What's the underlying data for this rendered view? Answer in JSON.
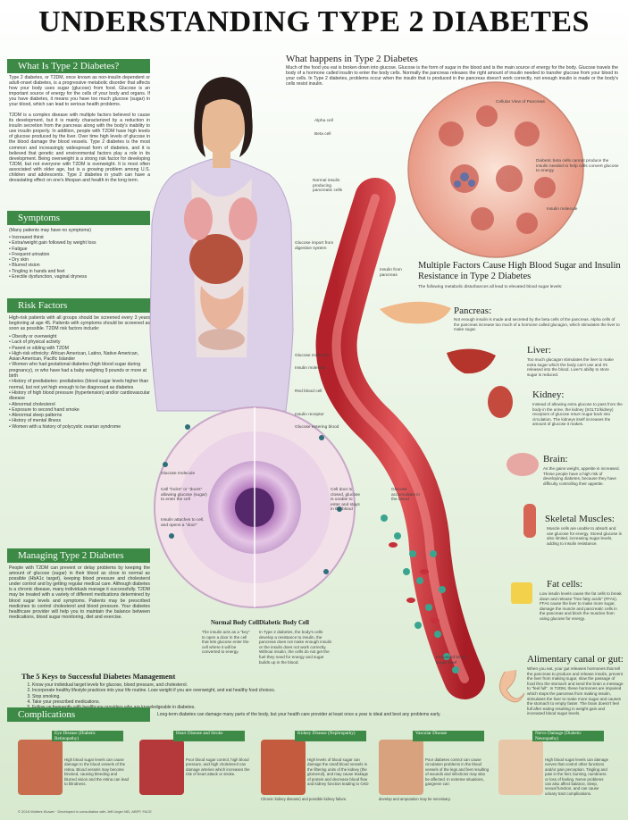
{
  "title": "UNDERSTANDING TYPE 2 DIABETES",
  "what_is": {
    "heading": "What Is Type 2 Diabetes?",
    "p1": "Type 2 diabetes, or T2DM, once known as non-insulin dependent or adult-onset diabetes, is a progressive metabolic disorder that affects how your body uses sugar (glucose) from food. Glucose is an important source of energy for the cells of your body and organs. If you have diabetes, it means you have too much glucose (sugar) in your blood, which can lead to serious health problems.",
    "p2": "T2DM is a complex disease with multiple factors believed to cause its development, but it is mainly characterized by a reduction in insulin secretion from the pancreas along with the body's inability to use insulin properly. In addition, people with T2DM have high levels of glucose produced by the liver. Over time high levels of glucose in the blood damage the blood vessels. Type 2 diabetes is the most common and increasingly widespread form of diabetes, and it is believed that genetic and environmental factors play a role in its development. Being overweight is a strong risk factor for developing T2DM, but not everyone with T2DM is overweight. It is most often associated with older age, but is a growing problem among U.S. children and adolescents. Type 2 diabetes in youth can have a devastating effect on one's lifespan and health in the long term."
  },
  "symptoms": {
    "heading": "Symptoms",
    "intro": "(Many patients may have no symptoms)",
    "items": [
      "Increased thirst",
      "Extra/weight gain followed by weight loss",
      "Fatigue",
      "Frequent urination",
      "Dry skin",
      "Blurred vision",
      "Tingling in hands and feet",
      "Erectile dysfunction, vaginal dryness"
    ]
  },
  "risk": {
    "heading": "Risk Factors",
    "intro": "High-risk patients with all groups should be screened every 3 years beginning at age 45. Patients with symptoms should be screened as soon as possible. T2DM risk factors include:",
    "items": [
      "Obesity or overweight",
      "Lack of physical activity",
      "Parent or sibling with T2DM",
      "High-risk ethnicity: African American, Latino, Native American, Asian American, Pacific Islander",
      "Women who had gestational diabetes (high blood sugar during pregnancy), or who have had a baby weighing 9 pounds or more at birth",
      "History of prediabetes: prediabetes (blood sugar levels higher than normal, but not yet high enough to be diagnosed as diabetes",
      "History of high blood pressure (hypertension) and/or cardiovascular disease",
      "Abnormal cholesterol",
      "Exposure to second hand smoke",
      "Abnormal sleep patterns",
      "History of mental illness",
      "Women with a history of polycystic ovarian syndrome"
    ]
  },
  "managing": {
    "heading": "Managing Type 2 Diabetes",
    "p": "People with T2DM can prevent or delay problems by keeping the amount of glucose (sugar) in their blood as close to normal as possible (HbA1c target), keeping blood pressure and cholesterol under control and by getting regular medical care. Although diabetes is a chronic disease, many individuals manage it successfully. T2DM may be treated with a variety of different medications determined by blood sugar levels and symptoms. Patients may be prescribed medicines to control cholesterol and blood pressure. Your diabetes healthcare provider will help you to maintain the balance between medications, blood sugar monitoring, diet and exercise."
  },
  "what_happens": {
    "heading": "What happens in Type 2 Diabetes",
    "p": "Much of the food you eat is broken down into glucose. Glucose is the form of sugar in the blood and is the main source of energy for the body. Glucose travels the body of a hormone called insulin to enter the body cells. Normally the pancreas releases the right amount of insulin needed to transfer glucose from your blood to your cells. In Type 2 diabetes, problems occur when the insulin that is produced in the pancreas doesn't work correctly, not enough insulin is made or the body's cells resist insulin."
  },
  "labels": {
    "cellular_view": "Cellular View of Pancreas",
    "alpha": "Alpha cell",
    "beta": "Beta cell",
    "islet": "Normal insulin producing pancreatic cells",
    "diabetic_islet": "Diabetic beta cells cannot produce the insulin needed to help cells convert glucose to energy",
    "insulin_molecule": "Insulin molecule",
    "glucose_import": "Glucose import from digestive system",
    "insulin_pancreas": "Insulin from pancreas",
    "glucose_molecule": "Glucose molecule",
    "insulin_molecule2": "Insulin molecule",
    "red_blood_cell": "Red blood cell",
    "insulin_receptor": "Insulin receptor",
    "glucose_enters": "Glucose entering blood",
    "cell_door": "Cell door is closed, glucose is unable to enter and stays in the blood",
    "glucose_stays": "Glucose accumulates in the blood",
    "increased_sugar": "Increased blood sugar level",
    "glucose_molecule_cell": "Glucose molecule",
    "key": "Cell \"locks\" or \"doors\" allowing glucose (sugar) to enter the cell",
    "insulin_unlock": "Insulin attaches to cell, and opens a \"door\""
  },
  "cells": {
    "normal_title": "Normal Body Cell",
    "normal_text": "The insulin acts as a \"key\" to open a door in the cell that lets glucose enter the cell where it will be converted to energy.",
    "diabetic_title": "Diabetic Body Cell",
    "diabetic_text": "In Type 2 diabetes, the body's cells develop a resistance to insulin, the pancreas does not make enough insulin or the insulin does not work correctly. Without insulin, the cells do not get the fuel they need for energy and sugar builds up in the blood."
  },
  "multiple": {
    "heading": "Multiple Factors Cause High Blood Sugar and Insulin Resistance in Type 2 Diabetes",
    "sub": "The following metabolic disturbances all lead to elevated blood sugar levels:"
  },
  "organs": [
    {
      "name": "Pancreas:",
      "text": "Not enough insulin is made and secreted by the beta cells of the pancreas. Alpha cells of the pancreas increase too much of a hormone called glucagon, which stimulates the liver to make sugar."
    },
    {
      "name": "Liver:",
      "text": "Too much glucagon stimulates the liver to make extra sugar which the body can't use and it's released into the blood. Liver's ability to store sugar is reduced."
    },
    {
      "name": "Kidney:",
      "text": "Instead of allowing extra glucose to pass from the body in the urine, the kidney (SGLT2/kidney) receptors of glucose return sugar back into circulation. The kidneys itself increases the amount of glucose it makes."
    },
    {
      "name": "Brain:",
      "text": "As the gains weight, appetite is increased. These people have a high risk of developing diabetes, because they have difficulty controlling their appetite."
    },
    {
      "name": "Skeletal Muscles:",
      "text": "Muscle cells are unable to absorb and use glucose for energy. Stored glucose is also limited, increasing sugar levels, adding to insulin resistance."
    },
    {
      "name": "Fat cells:",
      "text": "Low insulin levels cause the fat cells to break down and release \"free fatty acids\" (FFAs). FFAs cause the liver to make more sugar, damage the muscle and pancreatic cells in the pancreas and block the muscles from using glucose for energy."
    },
    {
      "name": "Alimentary canal or gut:",
      "text": "When you eat, your gut releases hormones that tell the pancreas to produce and release insulin, prevent the liver from making sugar, slow the passage of food thru the stomach and send the brain a message to \"feel full\". In T2DM, these hormones are impaired which stops the pancreas from making insulin, stimulates the liver to make more sugar and causes the stomach to empty faster. The brain doesn't feel full after eating resulting in weight gain and increased blood sugar levels."
    }
  ],
  "keys": {
    "heading": "The 5 Keys to Successful Diabetes Management",
    "items": [
      "Know your individual target levels for glucose, blood pressure, and cholesterol.",
      "Incorporate healthy lifestyle practices into your life routine. Lose weight if you are overweight, and eat healthy food choices.",
      "Stop smoking.",
      "Take your prescribed medications.",
      "Follow up frequently with healthcare providers who are knowledgeable in diabetes."
    ]
  },
  "complications": {
    "heading": "Complications",
    "intro": "Long-term diabetes can damage many parts of the body, but your health care provider at least once a year is ideal and best any problems early.",
    "cards": [
      {
        "title": "Eye Disease (Diabetic Retinopathy)",
        "text": "High blood sugar levels can cause damage to the blood vessels of the retina. Blood vessels may become blocked, causing bleeding and blurred vision and the retina can lead to blindness.",
        "caption": "",
        "color": "#c96d4f"
      },
      {
        "title": "Heart Disease and Stroke",
        "text": "Poor blood sugar control, high blood pressure, and high cholesterol can damage arteries which increases the risk of heart attack or stroke.",
        "caption": "",
        "color": "#b5383a"
      },
      {
        "title": "Kidney Disease (Nephropathy)",
        "text": "High levels of blood sugar can damage the small blood vessels in the filtering units of the kidney (the glomeruli), and may cause leakage of protein and decrease blood flow and kidney function leading to CKD",
        "caption": "Chronic kidney disease) and possible kidney failure.",
        "color": "#c45a3e"
      },
      {
        "title": "Vascular Disease",
        "text": "Poor diabetes control can cause circulation problems in the blood vessels of the legs and feet resulting of wounds and infections may also be affected. In extreme situations, gangrene can",
        "caption": "develop and amputation may be necessary.",
        "color": "#d9a27e"
      },
      {
        "title": "Nerve Damage (Diabetic Neuropathy)",
        "text": "High blood sugar levels can damage nerves that control other functions and/or pain perception. Tingling and pain in the feet, burning, numbness or loss of feeling. Nerve problems can also affect balance, sleep, sexual function, and can cause urinary tract complications.",
        "caption": "",
        "color": "#e8c7a8"
      }
    ]
  },
  "footer": "© 2018 Wolters Kluwer · Developed in consultation with Jeff Unger MD, ABFP, FACE"
}
